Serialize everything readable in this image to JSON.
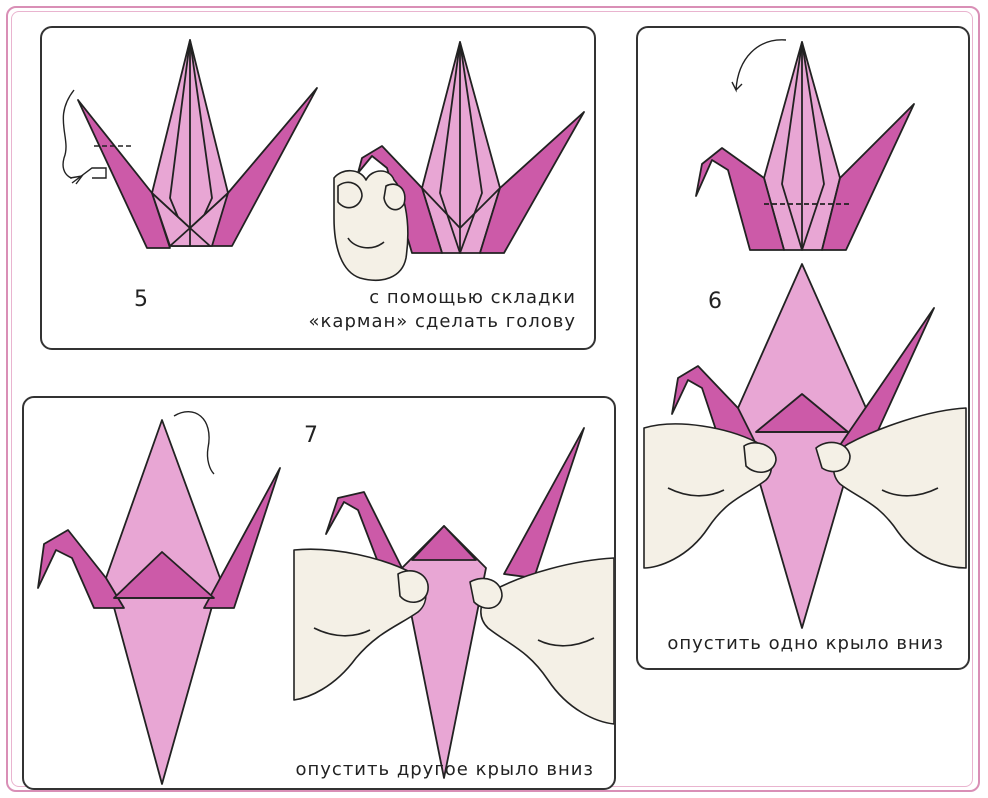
{
  "colors": {
    "paper_pink": "#e8a6d4",
    "paper_deep_pink": "#cc5aa8",
    "outline": "#222222",
    "skin": "#f4f0e6",
    "frame_pink": "#d98fb6"
  },
  "steps": [
    {
      "number": "5",
      "caption_lines": [
        "с помощью складки",
        "«карман» сделать голову"
      ]
    },
    {
      "number": "6",
      "caption_lines": [
        "опустить одно крыло вниз"
      ]
    },
    {
      "number": "7",
      "caption_lines": [
        "опустить другое крыло вниз"
      ]
    }
  ]
}
